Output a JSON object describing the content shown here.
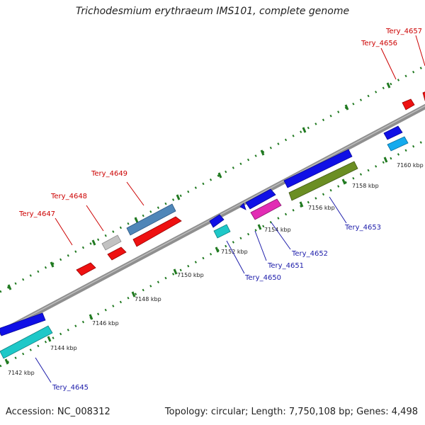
{
  "title": "Trichodesmium erythraeum IMS101, complete genome",
  "footer": {
    "accession": "Accession: NC_008312",
    "topology": "Topology: circular; Length: 7,750,108 bp; Genes: 4,498"
  },
  "colors": {
    "backbone": "#8f8f8f",
    "tick": "#217a21",
    "label_red": "#cc0000",
    "label_blue": "#1c1caa",
    "blue": "#1010e6",
    "cyan": "#1ec8c8",
    "red": "#ee1111",
    "gray": "#c2c2c2",
    "steelblue": "#4f86b8",
    "magenta": "#e22cb4",
    "olive": "#6b8e23",
    "sky": "#14aaee"
  },
  "ticks": [
    {
      "label": "7142 kbp"
    },
    {
      "label": "7144 kbp"
    },
    {
      "label": "7146 kbp"
    },
    {
      "label": "7148 kbp"
    },
    {
      "label": "7150 kbp"
    },
    {
      "label": "7152 kbp"
    },
    {
      "label": "7154 kbp"
    },
    {
      "label": "7156 kbp"
    },
    {
      "label": "7158 kbp"
    },
    {
      "label": "7160 kbp"
    }
  ],
  "labels": {
    "tery_4645": "Tery_4645",
    "tery_4647": "Tery_4647",
    "tery_4648": "Tery_4648",
    "tery_4649": "Tery_4649",
    "tery_4650": "Tery_4650",
    "tery_4651": "Tery_4651",
    "tery_4652": "Tery_4652",
    "tery_4653": "Tery_4653",
    "tery_4656": "Tery_4656",
    "tery_4657": "Tery_4657"
  }
}
